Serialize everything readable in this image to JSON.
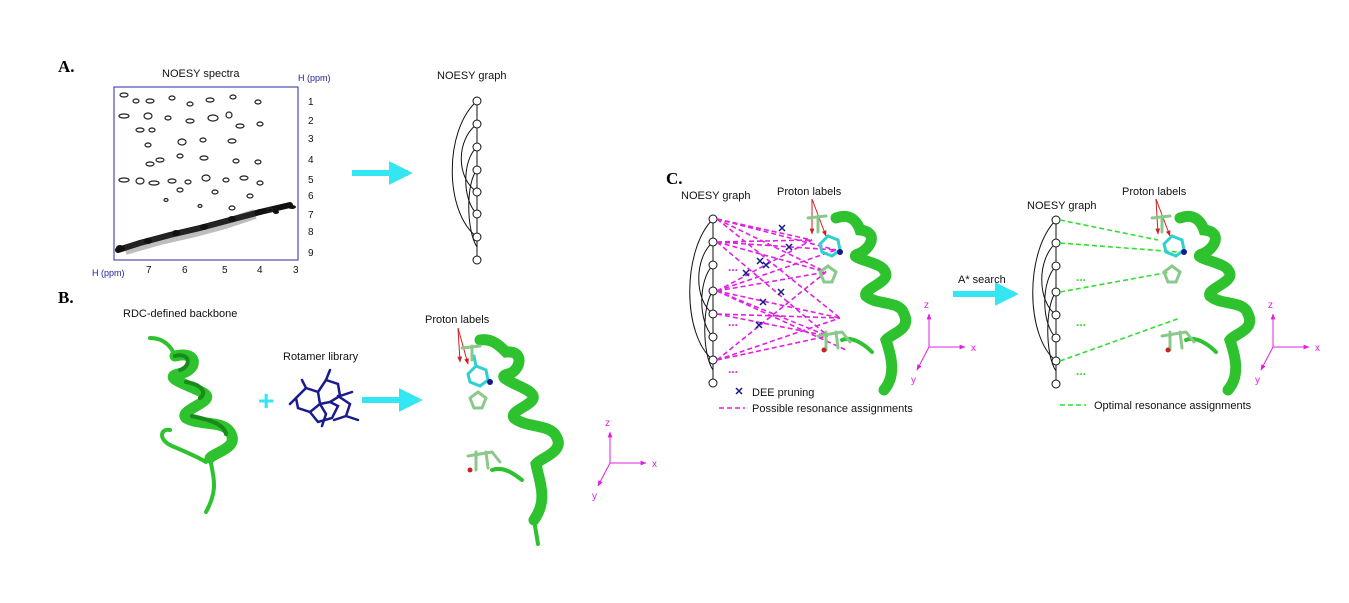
{
  "panels": {
    "a": {
      "letter": "A.",
      "spectra_title": "NOESY spectra",
      "axis_h_top": "H (ppm)",
      "axis_h_bottom": "H (ppm)",
      "y_ticks": [
        "1",
        "2",
        "3",
        "4",
        "5",
        "6",
        "7",
        "8",
        "9"
      ],
      "x_ticks": [
        "7",
        "6",
        "5",
        "4",
        "3"
      ],
      "graph_title": "NOESY graph"
    },
    "b": {
      "letter": "B.",
      "backbone_label": "RDC-defined backbone",
      "rotamer_label": "Rotamer library",
      "plus": "+",
      "proton_label": "Proton labels",
      "axes": {
        "z": "z",
        "x": "x",
        "y": "y"
      }
    },
    "c": {
      "letter": "C.",
      "graph_left": "NOESY graph",
      "proton_left": "Proton labels",
      "search_label": "A* search",
      "graph_right": "NOESY graph",
      "proton_right": "Proton labels",
      "legend_dee": "DEE pruning",
      "legend_possible": "Possible resonance assignments",
      "legend_optimal": "Optimal resonance assignments",
      "dots": "...",
      "axes_left": {
        "z": "z",
        "x": "x",
        "y": "y"
      },
      "axes_right": {
        "z": "z",
        "x": "x",
        "y": "y"
      }
    }
  },
  "colors": {
    "arrow": "#33e6f2",
    "helix": "#2ec22e",
    "rotamer": "#1a1a8c",
    "magenta": "#e021e0",
    "green_dash": "#33dd33",
    "red": "#cc2222",
    "frame": "#2a2aa0"
  }
}
